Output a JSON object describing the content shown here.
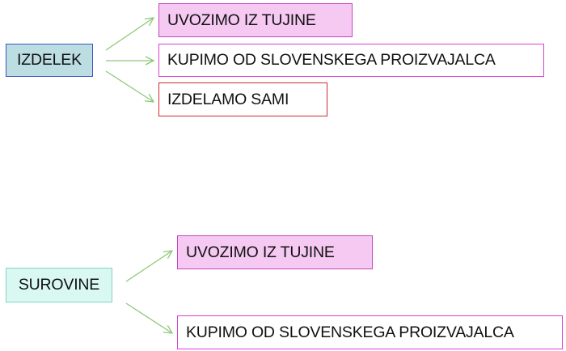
{
  "diagram": {
    "groups": [
      {
        "source": "IZDELEK",
        "options": [
          "UVOZIMO IZ TUJINE",
          "KUPIMO OD SLOVENSKEGA PROIZVAJALCA",
          "IZDELAMO SAMI"
        ]
      },
      {
        "source": "SUROVINE",
        "options": [
          "UVOZIMO IZ TUJINE",
          "KUPIMO OD SLOVENSKEGA PROIZVAJALCA"
        ]
      }
    ],
    "colors": {
      "arrow": "#8cc878",
      "izdelek_fill": "#bcdde2",
      "izdelek_border": "#3a56c2",
      "surovine_fill": "#d8f8f1",
      "surovine_border": "#7fd8c2",
      "pink_fill": "#f6c9f3",
      "magenta_border": "#d840d4",
      "red_border": "#d02a30"
    }
  }
}
